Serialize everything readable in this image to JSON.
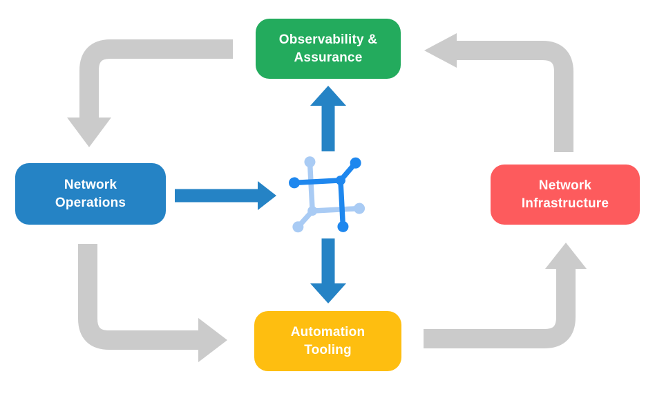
{
  "diagram": {
    "background": "#ffffff",
    "nodes": {
      "observability": {
        "lines": [
          "Observability &",
          "Assurance"
        ],
        "color": "#23AB5D"
      },
      "operations": {
        "lines": [
          "Network",
          "Operations"
        ],
        "color": "#2583C5"
      },
      "infrastructure": {
        "lines": [
          "Network",
          "Infrastructure"
        ],
        "color": "#FD5B5D"
      },
      "tooling": {
        "lines": [
          "Automation",
          "Tooling"
        ],
        "color": "#FEBE10"
      }
    },
    "arrows": {
      "cycle_color": "#CBCBCB",
      "flow_color": "#2583C5",
      "cycle": [
        {
          "from": "observability-assurance",
          "to": "network-operations"
        },
        {
          "from": "network-operations",
          "to": "automation-tooling"
        },
        {
          "from": "automation-tooling",
          "to": "network-infrastructure"
        },
        {
          "from": "network-infrastructure",
          "to": "observability-assurance"
        }
      ],
      "flows": [
        {
          "from": "network-operations",
          "to": "center-icon"
        },
        {
          "from": "center-icon",
          "to": "observability-assurance"
        },
        {
          "from": "center-icon",
          "to": "automation-tooling"
        }
      ]
    },
    "center_icon": {
      "name": "network-fabric-icon",
      "dark_blue": "#1E87EE",
      "light_blue": "#A9CBF4"
    }
  }
}
